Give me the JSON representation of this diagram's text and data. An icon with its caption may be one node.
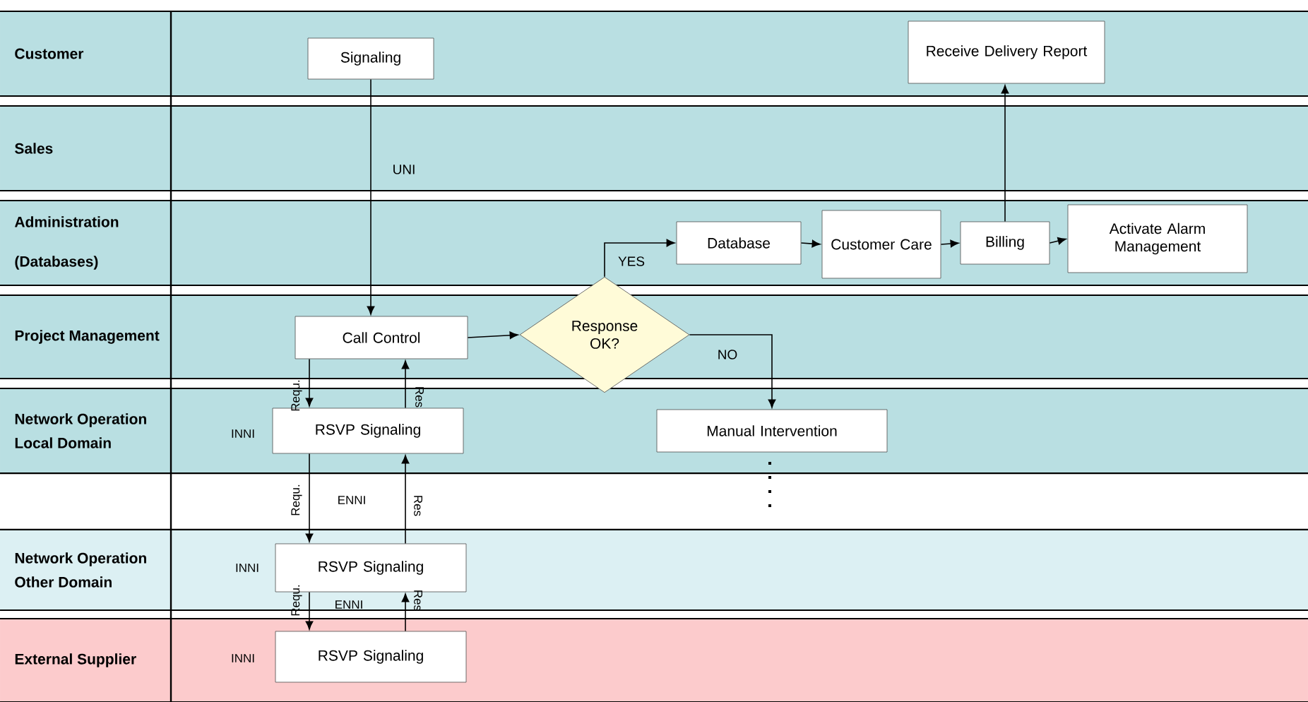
{
  "diagram": {
    "nodes": [
      {
        "text": [
          "Signaling"
        ]
      },
      {
        "text": [
          "Receive Delivery Report"
        ]
      },
      {
        "text": [
          "Database"
        ]
      },
      {
        "text": [
          "Customer Care"
        ]
      },
      {
        "text": [
          "Billing"
        ]
      },
      {
        "text": [
          "Activate Alarm Management"
        ]
      },
      {
        "text": [
          "Call Control"
        ]
      },
      {
        "text": [
          "Response OK?"
        ]
      },
      {
        "text": [
          "Manual Intervention"
        ]
      },
      {
        "text": [
          "RSVP Signaling"
        ]
      },
      {
        "text": [
          "RSVP Signaling"
        ]
      },
      {
        "text": [
          "RSVP Signaling"
        ]
      }
    ],
    "edges": [
      {
        "from": 0,
        "to": 6,
        "arrow": "to",
        "label": "UNI"
      },
      {
        "from": 6,
        "to": 7,
        "arrow": "to"
      },
      {
        "from": 7,
        "to": 2,
        "arrow": "to",
        "label": "YES"
      },
      {
        "from": 2,
        "to": 3,
        "arrow": "to"
      },
      {
        "from": 3,
        "to": 4,
        "arrow": "to"
      },
      {
        "from": 4,
        "to": 5,
        "arrow": "to"
      },
      {
        "from": 4,
        "to": 1,
        "arrow": "to"
      },
      {
        "from": 7,
        "to": 8,
        "arrow": "to",
        "label": "NO"
      },
      {
        "from": 6,
        "to": 9,
        "arrow": "to",
        "label": "Requ."
      },
      {
        "from": 9,
        "to": 6,
        "arrow": "to",
        "label": "Res"
      },
      {
        "from": 9,
        "to": 10,
        "arrow": "to",
        "label": "Requ."
      },
      {
        "from": 10,
        "to": 9,
        "arrow": "to",
        "label": "Res"
      },
      {
        "from": 10,
        "to": 11,
        "arrow": "to",
        "label": "Requ."
      },
      {
        "from": 11,
        "to": 10,
        "arrow": "to",
        "label": "Res"
      }
    ],
    "labels": [
      "Customer",
      "Sales",
      "Administration (Databases)",
      "Project Management",
      "Network Operation Local Domain",
      "Network Operation Other Domain",
      "External Supplier",
      "INNI",
      "ENNI",
      "INNI",
      "ENNI",
      "INNI"
    ]
  }
}
